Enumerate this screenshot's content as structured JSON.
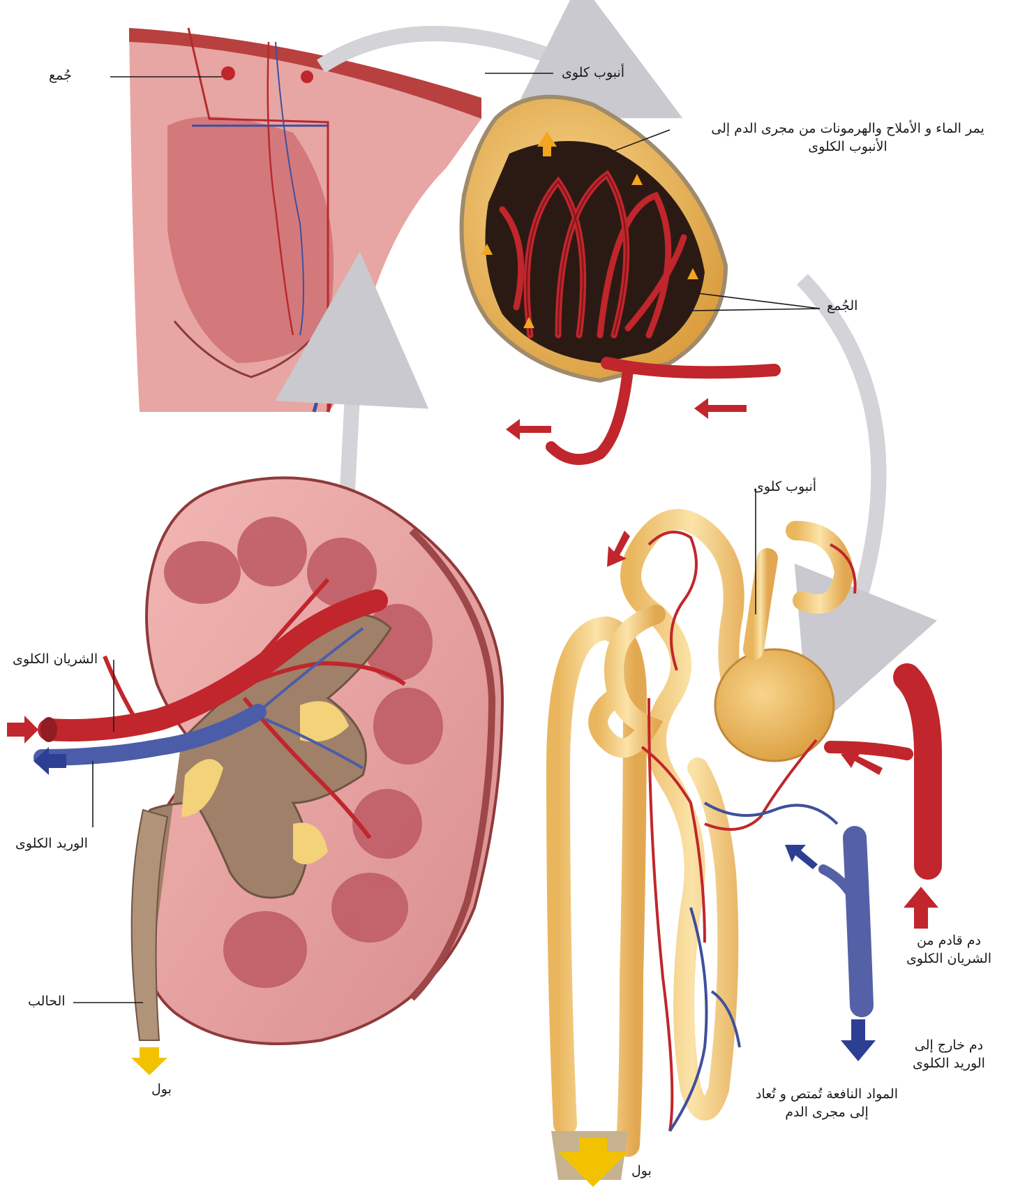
{
  "labels": {
    "glomerulus_top": "جُمع",
    "tubule_top": "أنبوب كلوى",
    "filtration_line1": "يمر الماء و الأملاح والهرمونات من مجرى الدم إلى",
    "filtration_line2": "الأنبوب الكلوى",
    "glomerulus_capsule": "الجُمع",
    "tubule_nephron": "أنبوب كلوى",
    "renal_artery": "الشريان الكلوى",
    "renal_vein": "الوريد الكلوى",
    "ureter": "الحالب",
    "urine_kidney": "بول",
    "urine_nephron": "بول",
    "blood_in_line1": "دم قادم من",
    "blood_in_line2": "الشريان الكلوى",
    "blood_out_line1": "دم خارج إلى",
    "blood_out_line2": "الوريد الكلوى",
    "reabsorb_line1": "المواد النافعة تُمتص و تُعاد",
    "reabsorb_line2": "إلى مجرى الدم"
  },
  "colors": {
    "artery": "#c0262c",
    "vein": "#33479a",
    "tubule": "#f0c777",
    "cortex": "#e8a4a4",
    "pyramid": "#c9636b",
    "fat": "#f3d27a",
    "urine_arrow": "#f2c200",
    "flow_arrow_gray": "#d3d3d8"
  }
}
